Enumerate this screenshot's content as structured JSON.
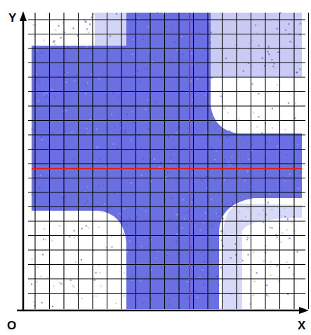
{
  "diagram": {
    "labels": [
      "Y",
      "O",
      "X"
    ]
  }
}
